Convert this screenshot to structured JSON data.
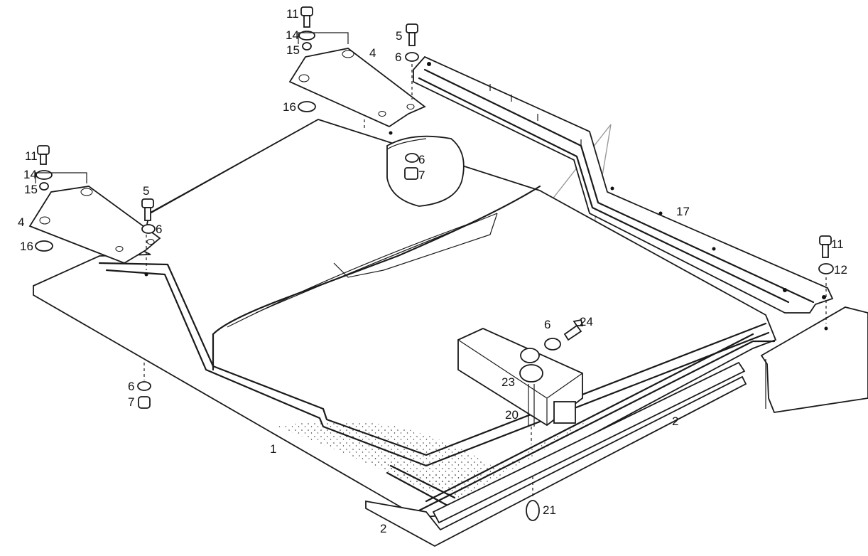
{
  "callouts": {
    "p1": "1",
    "p2a": "2",
    "p2b": "2",
    "p4a": "4",
    "p4b": "4",
    "p5a": "5",
    "p5b": "5",
    "p6a": "6",
    "p6b": "6",
    "p6c": "6",
    "p6d": "6",
    "p6e": "6",
    "p7a": "7",
    "p7b": "7",
    "p11a": "11",
    "p11b": "11",
    "p11c": "11",
    "p12": "12",
    "p14a": "14",
    "p14b": "14",
    "p15a": "15",
    "p15b": "15",
    "p16a": "16",
    "p16b": "16",
    "p17": "17",
    "p20": "20",
    "p21": "21",
    "p23": "23",
    "p24": "24"
  },
  "colors": {
    "line": "#1a1a1a",
    "watermark": "#9a9a9a",
    "background": "#ffffff"
  }
}
